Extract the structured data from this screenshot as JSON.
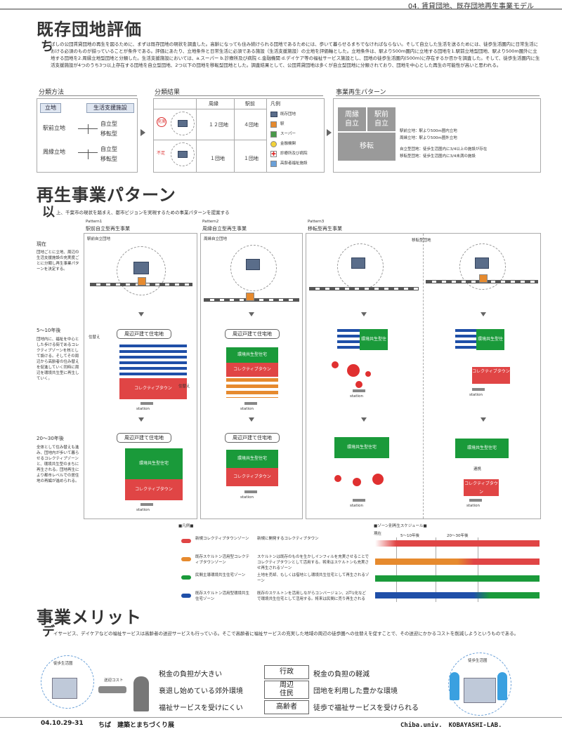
{
  "header": {
    "top_label": "04. 賃貸団地、既存団地再生事業モデル"
  },
  "section1": {
    "title": "既存団地評価",
    "dropcap": "ち",
    "body": "ばしの公団賃貸団地の再生を図るために、まずは既存団地の現状を調査した。高齢になっても住み続けられる団地であるためには、歩いて暮らせるまちでなければならない。そして自立した生活を送るためには、徒歩生活圏内に日常生活における必須のものが揃っていることが条件である。評価にあたり、立地条件と日常生活に必須である施設（生活支援施設）の立地を評価軸とした。立地条件は、駅より500m圏内に立地する団地を1.駅前立地型団地、駅より500m圏外に立地する団地を2.周縁立地型団地と分類した。生活支援施設においては、a.スーパー b.診療所及び病院 c.金融機関 d.デイケア等の福祉サービス施設とし、団地の徒歩生活圏内(500m)に存在するか否かを調査した。そして、徒歩生活圏内に生活支援施設が4つのうち3つ以上存在する団地を自立型団地、2つ以下の団地を移転型団地とした。調査結果として、公団賃貸団地は多くが自立型団地に分類されており、団地を中心とした再生の可能性が高いと思われる。",
    "method": {
      "title": "分類方法",
      "col_a": "立地",
      "col_b": "生活支援施設",
      "row1": "駅前立地",
      "row2": "周縁立地",
      "opt1": "自立型",
      "opt2": "移転型"
    },
    "result": {
      "title": "分類結果",
      "col1": "周縁",
      "col2": "駅前",
      "col3": "凡例",
      "r1_label": "充実",
      "r1c1": "１２団地",
      "r1c2": "４団地",
      "r2_label": "不足",
      "r2c1": "１団地",
      "r2c2": "１団地",
      "legend": [
        "既存団地",
        "駅",
        "スーパー",
        "金融機関",
        "診療所及び病院",
        "高齢者福祉施設"
      ]
    },
    "pattern": {
      "title": "事業再生パターン",
      "box1": "周縁\n自立",
      "box2": "駅前\n自立",
      "box3": "移転",
      "note1": "駅前立地：駅より500m圏内立地",
      "note2": "周縁立地：駅より500m圏外立地",
      "note3": "自立型団地：徒歩生活圏内に3/4以上の施設が存在",
      "note4": "移転型団地：徒歩生活圏内に3/4未満の施設"
    }
  },
  "section2": {
    "title": "再生事業パターン",
    "dropcap": "以",
    "body": "上、千葉市の現状を踏まえ、都市ビジョンを実現するための事業パターンを提案する",
    "stage1": "現在",
    "stage1_desc": "団地ごとに立地、周辺の生活支援施設の充実度ごとに分類し再生事業パターンを決定する。",
    "stage2": "5〜10年後",
    "stage2_desc": "団地内に、福祉を中心とした歩ける街であるコレクティブゾーンを核として設ける。そしてその周辺から高齢者の住み替えを促進していく同時に周辺を環境共生型に再生していく。",
    "stage3": "20〜30年後",
    "stage3_desc": "全体として住み替えも進み、団地内が歩いて暮らせるコレクティブゾーンと、環境共生型のまちに再生される。団地再生により都市レベルでの居住地の再編が進められる。",
    "p1_label": "Pattern1",
    "p1_title": "駅前自立型再生事業",
    "p1_sub": "駅前自立団地",
    "p2_label": "Pattern2",
    "p2_title": "周縁自立型再生事業",
    "p2_sub": "周縁自立団地",
    "p3_label": "Pattern3",
    "p3_title": "移転型再生事業",
    "p3_sub": "移転型団地",
    "surround": "周辺戸建て住宅地",
    "collective": "コレクティブタウン",
    "kankyo": "環境共生型住宅",
    "swap": "住替え",
    "station": "station",
    "link": "連携",
    "legend_title": "■凡例■",
    "legend": [
      {
        "label": "新規コレクティブタウンゾーン",
        "desc": "新規に開発するコレクティブタウン",
        "color": "#e04545"
      },
      {
        "label": "既存スケルトン活用型コレクティブタウンゾーン",
        "desc": "スケルトンは既存のものを生かしインフィルを充実させることでコレクティブタウンとして活用する。将来はスケルトンも充実させ再生されるゾーン",
        "color": "#e68a2e"
      },
      {
        "label": "民間主導環境共生住宅ゾーン",
        "desc": "土地を売却、もしくは借地とし環境共生住宅として再生されるゾーン",
        "color": "#1a9a3a"
      },
      {
        "label": "既存スケルトン活用型環境共生住宅ゾーン",
        "desc": "既存のスケルトンを活用しながらコンバージョン、2戸1化などで環境共生住宅として活用する。将来は民間に売り再生される",
        "color": "#1f4fa8"
      }
    ],
    "schedule_title": "■ゾーン別再生スケジュール■",
    "sched_now": "現在",
    "sched_5": "5〜10年後",
    "sched_20": "20〜30年後"
  },
  "section3": {
    "title": "事業メリット",
    "dropcap": "デ",
    "body": "イサービス、デイケアなどの福祉サービスは高齢者の送迎サービスも行っている。そこで高齢者に福祉サービスの充実した地域の周辺の徒歩圏への住替えを促すことで、その送迎にかかるコストを削減しようというものである。",
    "left_circle": "徒歩生活圏",
    "transport": "送迎コスト",
    "right_circle": "徒歩生活圏",
    "rows": [
      {
        "left": "税金の負担が大きい",
        "center": "行政",
        "right": "税金の負担の軽減"
      },
      {
        "left": "衰退し始めている郊外環境",
        "center": "周辺\n住民",
        "right": "団地を利用した豊かな環境"
      },
      {
        "left": "福祉サービスを受けにくい",
        "center": "高齢者",
        "right": "徒歩で福祉サービスを受けられる"
      }
    ]
  },
  "footer": {
    "date": "04.10.29-31",
    "event": "ちば　建築とまちづくり展",
    "lab": "Chiba.univ.　KOBAYASHI-LAB."
  }
}
